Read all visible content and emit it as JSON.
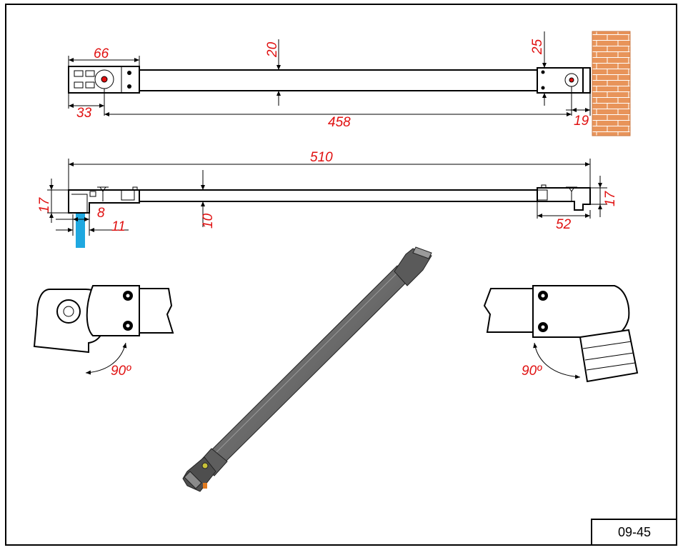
{
  "drawing_number": "09-45",
  "top_view": {
    "d_66": "66",
    "d_20": "20",
    "d_25": "25",
    "d_33": "33",
    "d_458": "458",
    "d_19": "19"
  },
  "side_view": {
    "d_510": "510",
    "d_17_left": "17",
    "d_17_right": "17",
    "d_8": "8",
    "d_11": "11",
    "d_10": "10",
    "d_52": "52"
  },
  "detail": {
    "angle_left": "90º",
    "angle_right": "90º"
  },
  "colors": {
    "dimension": "#e01010",
    "wall_brick": "#e8945a",
    "glass": "#1fa8e0",
    "rod_grey": "#6e6e6e"
  }
}
